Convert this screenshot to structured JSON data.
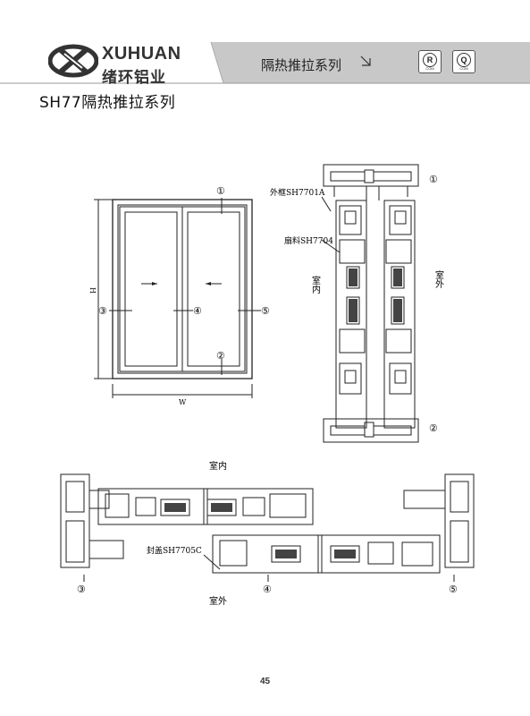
{
  "header": {
    "brand_en": "XUHUAN",
    "brand_cn": "绪环铝业",
    "series_label": "隔热推拉系列",
    "certification_badges": [
      "R",
      "Q"
    ],
    "badge_suffix": "COM"
  },
  "page_title": "SH77隔热推拉系列",
  "elevation": {
    "height_label": "H",
    "width_label": "W",
    "markers": [
      "①",
      "②",
      "③",
      "④",
      "⑤"
    ]
  },
  "vertical_section": {
    "marker_top": "①",
    "marker_bottom": "②",
    "callout_frame": "外框SH7701A",
    "callout_sash": "扇料SH7704",
    "side_inside": "室内",
    "side_outside": "室外"
  },
  "horizontal_section": {
    "side_inside": "室内",
    "side_outside": "室外",
    "callout_cover": "封盖SH7705C",
    "markers": [
      "③",
      "④",
      "⑤"
    ]
  },
  "page_number": "45",
  "colors": {
    "header_band": "#c8c8c8",
    "line": "#222222",
    "hatch": "#333333"
  }
}
